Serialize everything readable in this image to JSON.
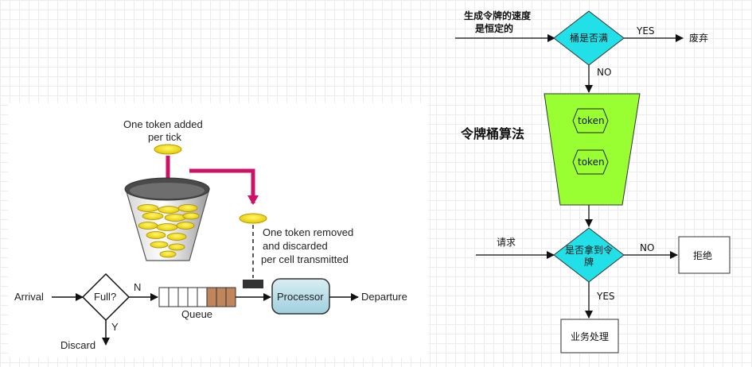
{
  "left": {
    "token_added_line1": "One token added",
    "token_added_line2": "per tick",
    "token_removed_line1": "One token removed",
    "token_removed_line2": "and discarded",
    "token_removed_line3": "per cell transmitted",
    "arrival": "Arrival",
    "full": "Full?",
    "n": "N",
    "y": "Y",
    "queue": "Queue",
    "processor": "Processor",
    "departure": "Departure",
    "discard": "Discard"
  },
  "right": {
    "rate_line1": "生成令牌的速度",
    "rate_line2": "是恒定的",
    "bucket_full": "桶是否满",
    "yes_top": "YES",
    "discard": "废弃",
    "no_top": "NO",
    "token1": "token",
    "token2": "token",
    "title": "令牌桶算法",
    "request": "请求",
    "get_token_line1": "是否拿到令",
    "get_token_line2": "牌",
    "no_bottom": "NO",
    "reject": "拒绝",
    "yes_bottom": "YES",
    "process": "业务处理"
  },
  "colors": {
    "diamond": "#22e0e8",
    "bucket": "#99ff33",
    "arrow_magenta": "#cc1166",
    "processor": "#b8dde8",
    "coin": "#f2e000"
  }
}
